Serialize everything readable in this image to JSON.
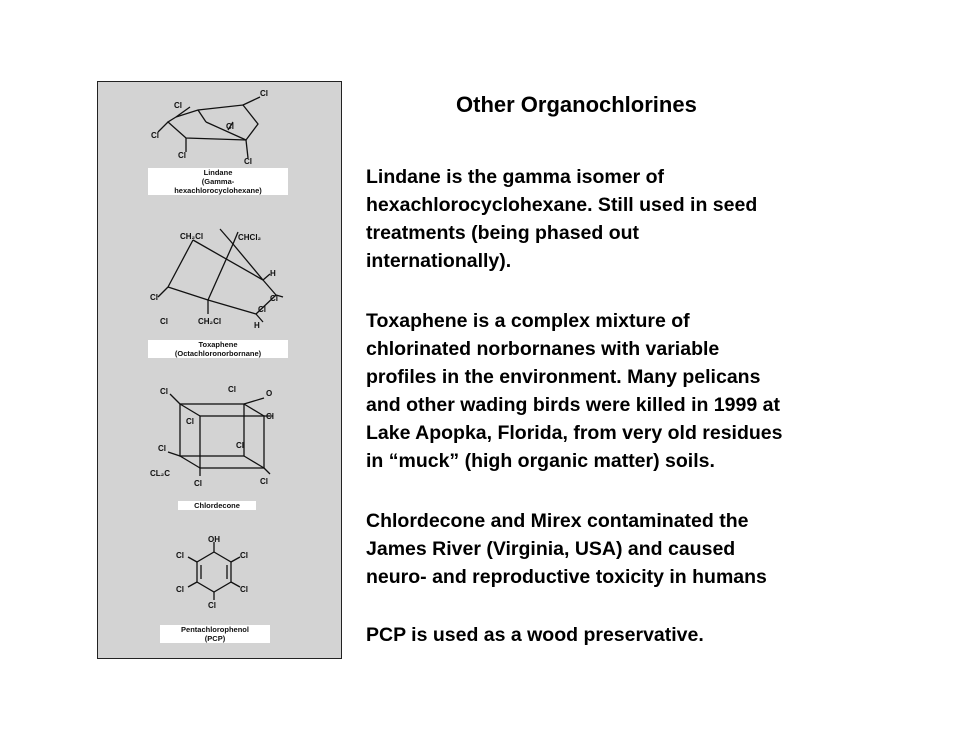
{
  "title": "Other Organochlorines",
  "paragraphs": [
    {
      "lines": [
        "Lindane is the gamma isomer of",
        "hexachlorocyclohexane.  Still used in seed",
        "treatments (being phased out",
        "internationally)."
      ]
    },
    {
      "lines": [
        "Toxaphene is a complex mixture of",
        "chlorinated norbornanes with variable",
        "profiles in the environment. Many pelicans",
        "and other wading birds were killed in 1999 at",
        "Lake Apopka, Florida, from very old residues",
        "in “muck” (high organic matter) soils."
      ]
    },
    {
      "lines": [
        "Chlordecone and Mirex contaminated the",
        "James River (Virginia, USA) and caused",
        "neuro- and reproductive toxicity in humans"
      ]
    },
    {
      "lines": [
        "PCP is used as a wood preservative."
      ]
    }
  ],
  "structures": {
    "lindane": {
      "label": [
        "Lindane",
        "(Gamma-",
        "hexachlorocyclohexane)"
      ],
      "atoms": [
        "Cl",
        "Cl",
        "Cl",
        "Cl",
        "Cl",
        "Cl"
      ]
    },
    "toxaphene": {
      "label": [
        "Toxaphene",
        "(Octachloronorbornane)"
      ],
      "atoms": [
        "CH₂Cl",
        "CHCl₂",
        "H",
        "Cl",
        "Cl",
        "Cl",
        "Cl",
        "CH₂Cl",
        "H"
      ]
    },
    "chlordecone": {
      "label": [
        "Chlordecone"
      ],
      "atoms": [
        "Cl",
        "Cl",
        "O",
        "Cl",
        "Cl",
        "Cl",
        "Cl",
        "CL₂C",
        "Cl",
        "Cl"
      ]
    },
    "pcp": {
      "label": [
        "Pentachlorophenol",
        "(PCP)"
      ],
      "atoms": [
        "OH",
        "Cl",
        "Cl",
        "Cl",
        "Cl",
        "Cl"
      ]
    }
  }
}
